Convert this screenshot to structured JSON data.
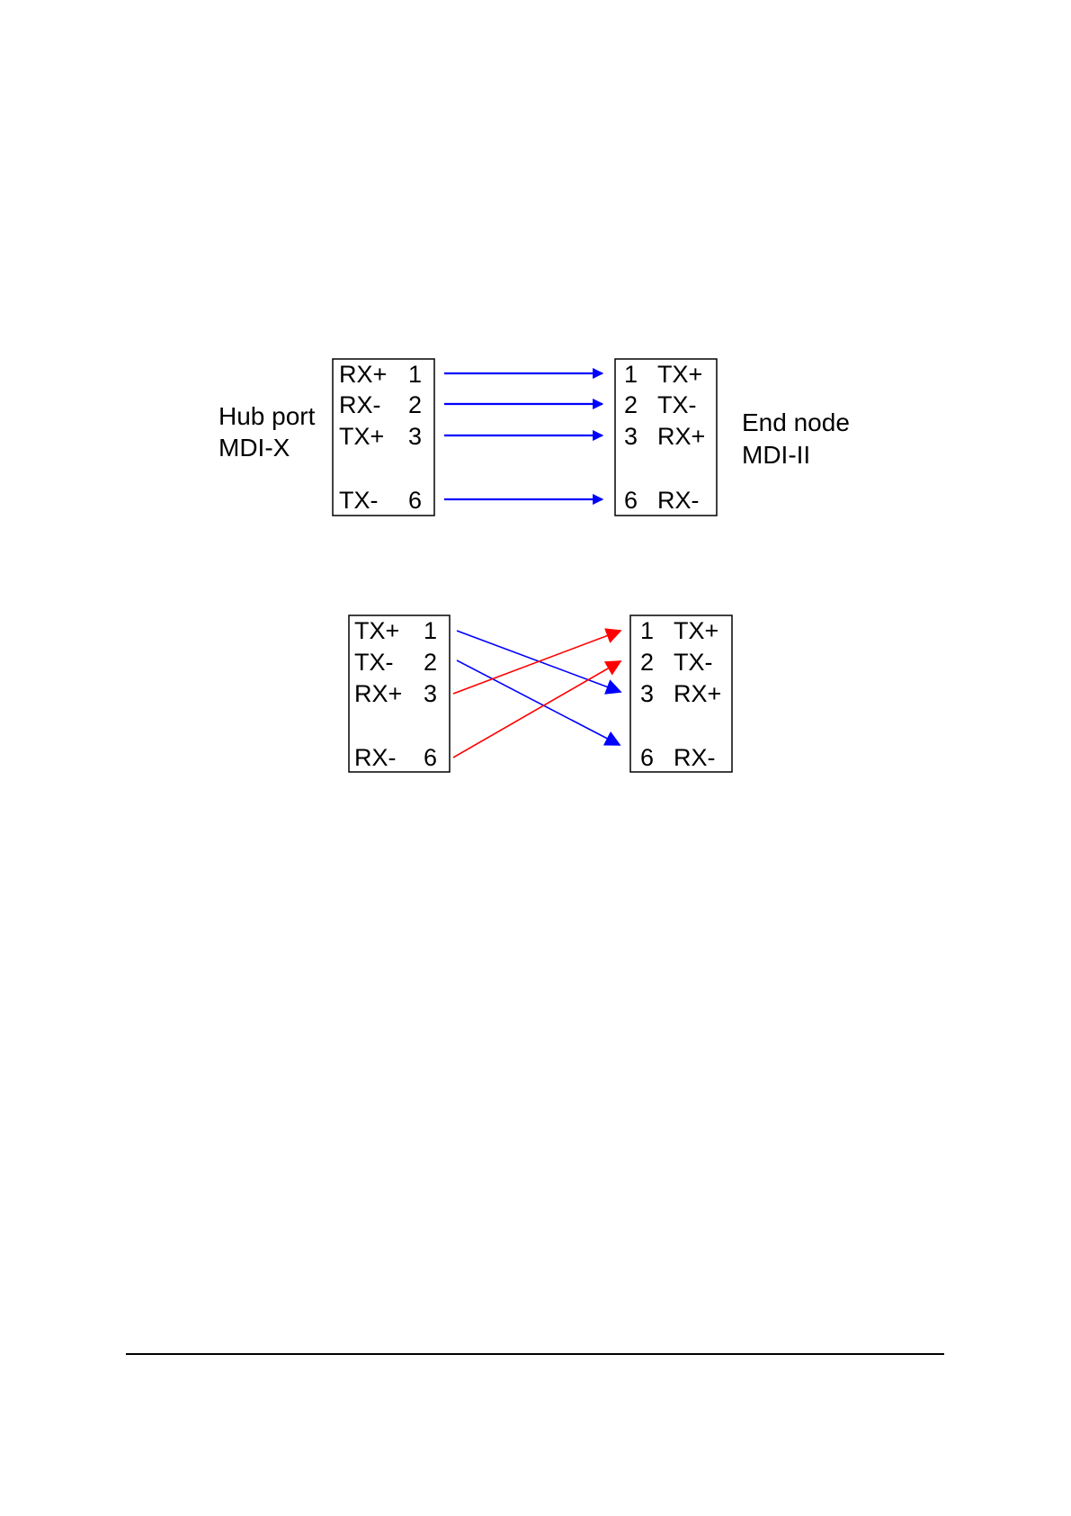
{
  "colors": {
    "blue_wire": "#0000ff",
    "red_wire": "#ff0000",
    "line": "#000000",
    "background": "#ffffff"
  },
  "straight": {
    "left_label": [
      "Hub port",
      "MDI-X"
    ],
    "right_label": [
      "End node",
      "MDI-II"
    ],
    "left_pins": [
      {
        "signal": "RX+",
        "pin": "1"
      },
      {
        "signal": "RX-",
        "pin": "2"
      },
      {
        "signal": "TX+",
        "pin": "3"
      },
      {
        "signal": "TX-",
        "pin": "6"
      }
    ],
    "right_pins": [
      {
        "pin": "1",
        "signal": "TX+"
      },
      {
        "pin": "2",
        "signal": "TX-"
      },
      {
        "pin": "3",
        "signal": "RX+"
      },
      {
        "pin": "6",
        "signal": "RX-"
      }
    ],
    "wires": [
      {
        "from": "1",
        "to": "1",
        "color": "blue"
      },
      {
        "from": "2",
        "to": "2",
        "color": "blue"
      },
      {
        "from": "3",
        "to": "3",
        "color": "blue"
      },
      {
        "from": "6",
        "to": "6",
        "color": "blue"
      }
    ]
  },
  "crossover": {
    "left_pins": [
      {
        "signal": "TX+",
        "pin": "1"
      },
      {
        "signal": "TX-",
        "pin": "2"
      },
      {
        "signal": "RX+",
        "pin": "3"
      },
      {
        "signal": "RX-",
        "pin": "6"
      }
    ],
    "right_pins": [
      {
        "pin": "1",
        "signal": "TX+"
      },
      {
        "pin": "2",
        "signal": "TX-"
      },
      {
        "pin": "3",
        "signal": "RX+"
      },
      {
        "pin": "6",
        "signal": "RX-"
      }
    ],
    "wires": [
      {
        "from": "1",
        "to": "3",
        "color": "blue"
      },
      {
        "from": "2",
        "to": "6",
        "color": "blue"
      },
      {
        "from": "3",
        "to": "1",
        "color": "red"
      },
      {
        "from": "6",
        "to": "2",
        "color": "red"
      }
    ]
  }
}
